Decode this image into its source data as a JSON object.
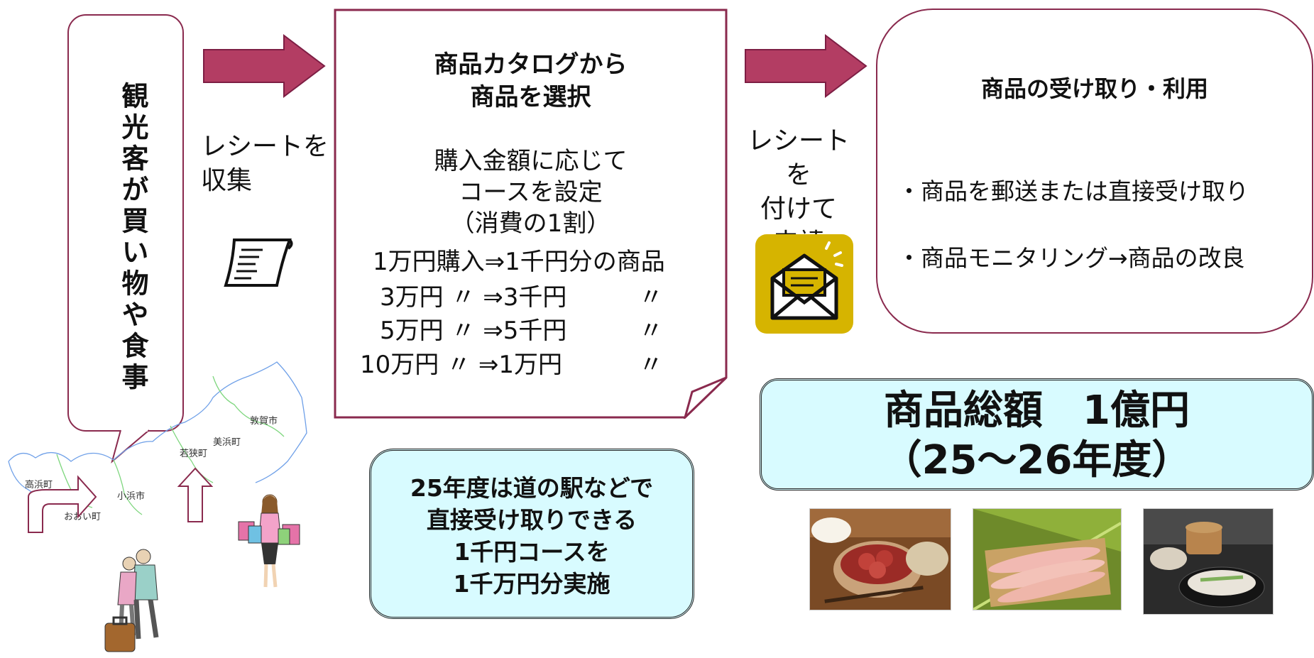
{
  "tourist": {
    "text": "観光客が買い物や食事"
  },
  "step1": {
    "line1": "レシートを",
    "line2": "収集"
  },
  "catalog": {
    "title_line1": "商品カタログから",
    "title_line2": "商品を選択",
    "sub_line1": "購入金額に応じて",
    "sub_line2": "コースを設定",
    "sub_line3": "（消費の1割）",
    "rows": [
      {
        "amount": "1万円購入",
        "arrow": "⇒",
        "reward": "1千円分の商品",
        "ditto": ""
      },
      {
        "amount": "3万円",
        "ditto_mark": "〃",
        "arrow": "⇒",
        "reward": "3千円",
        "ditto": "〃"
      },
      {
        "amount": "5万円",
        "ditto_mark": "〃",
        "arrow": "⇒",
        "reward": "5千円",
        "ditto": "〃"
      },
      {
        "amount": "10万円",
        "ditto_mark": "〃",
        "arrow": "⇒",
        "reward": "1万円",
        "ditto": "〃"
      }
    ]
  },
  "step2": {
    "line1": "レシートを",
    "line2": "付けて",
    "line3": "申請"
  },
  "result": {
    "title": "商品の受け取り・利用",
    "items": [
      "・商品を郵送または直接受け取り",
      "・商品モニタリング→商品の改良"
    ]
  },
  "note": {
    "line1": "25年度は道の駅などで",
    "line2": "直接受け取りできる",
    "line3": "1千円コースを",
    "line4": "1千万円分実施"
  },
  "total": {
    "line1": "商品総額　1億円",
    "line2": "（25～26年度）"
  },
  "map_labels": {
    "tsuruga": "敦賀市",
    "mihama": "美浜町",
    "wakasa": "若狭町",
    "takahama": "高浜町",
    "obama": "小浜市",
    "ohi": "おおい町"
  },
  "icons": {
    "receipt": "receipt-icon",
    "mail": "mail-icon",
    "tourists": "tourists-illustration",
    "shopper": "shopper-illustration"
  },
  "colors": {
    "arrow": "#b33d63",
    "border": "#8a2a4e",
    "teal_box": "#d8fbff",
    "mail_bg": "#d6b400"
  }
}
